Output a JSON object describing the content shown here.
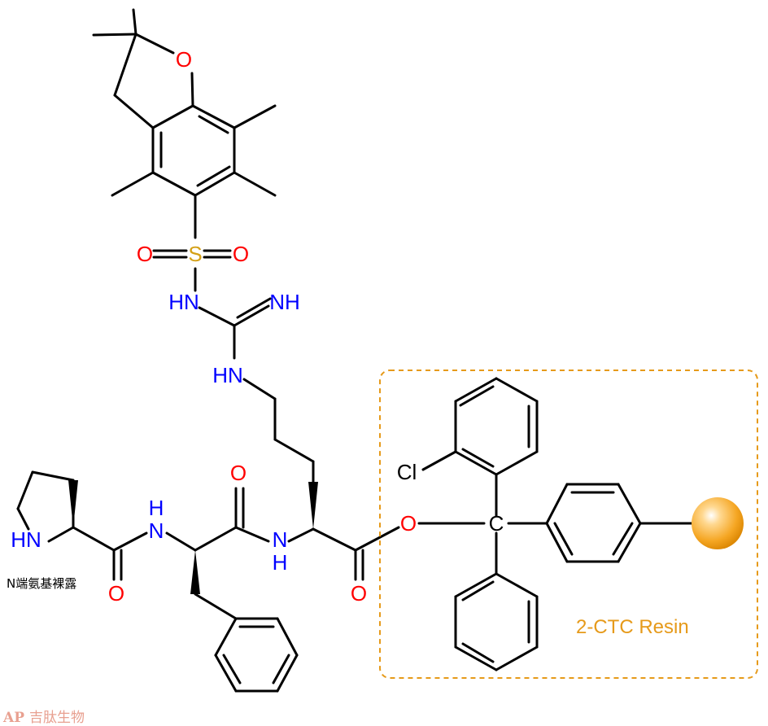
{
  "colors": {
    "bond": "#000000",
    "oxygen": "#ff0000",
    "nitrogen": "#0000ff",
    "sulfur": "#d4a017",
    "carbon": "#000000",
    "resin": "#e69a1a",
    "watermark": "#e8a090"
  },
  "atoms": {
    "o_ring": "O",
    "s": "S",
    "o_s_left": "O",
    "o_s_right": "O",
    "nh_sulfonamide": "HN",
    "nh_imine": "NH",
    "hn_guanidine": "HN",
    "cl": "Cl",
    "c_trityl": "C",
    "o_ester": "O",
    "o_arg_carbonyl": "O",
    "nh_arg": "N",
    "h_arg": "H",
    "o_phe_carbonyl": "O",
    "nh_phe": "N",
    "h_phe": "H",
    "o_pro_carbonyl": "O",
    "hn_pro": "HN"
  },
  "annotations": {
    "n_terminal_note": "N端氨基裸露",
    "resin_label": "2-CTC Resin"
  },
  "watermark": {
    "logo": "AP",
    "text": "吉肽生物"
  }
}
